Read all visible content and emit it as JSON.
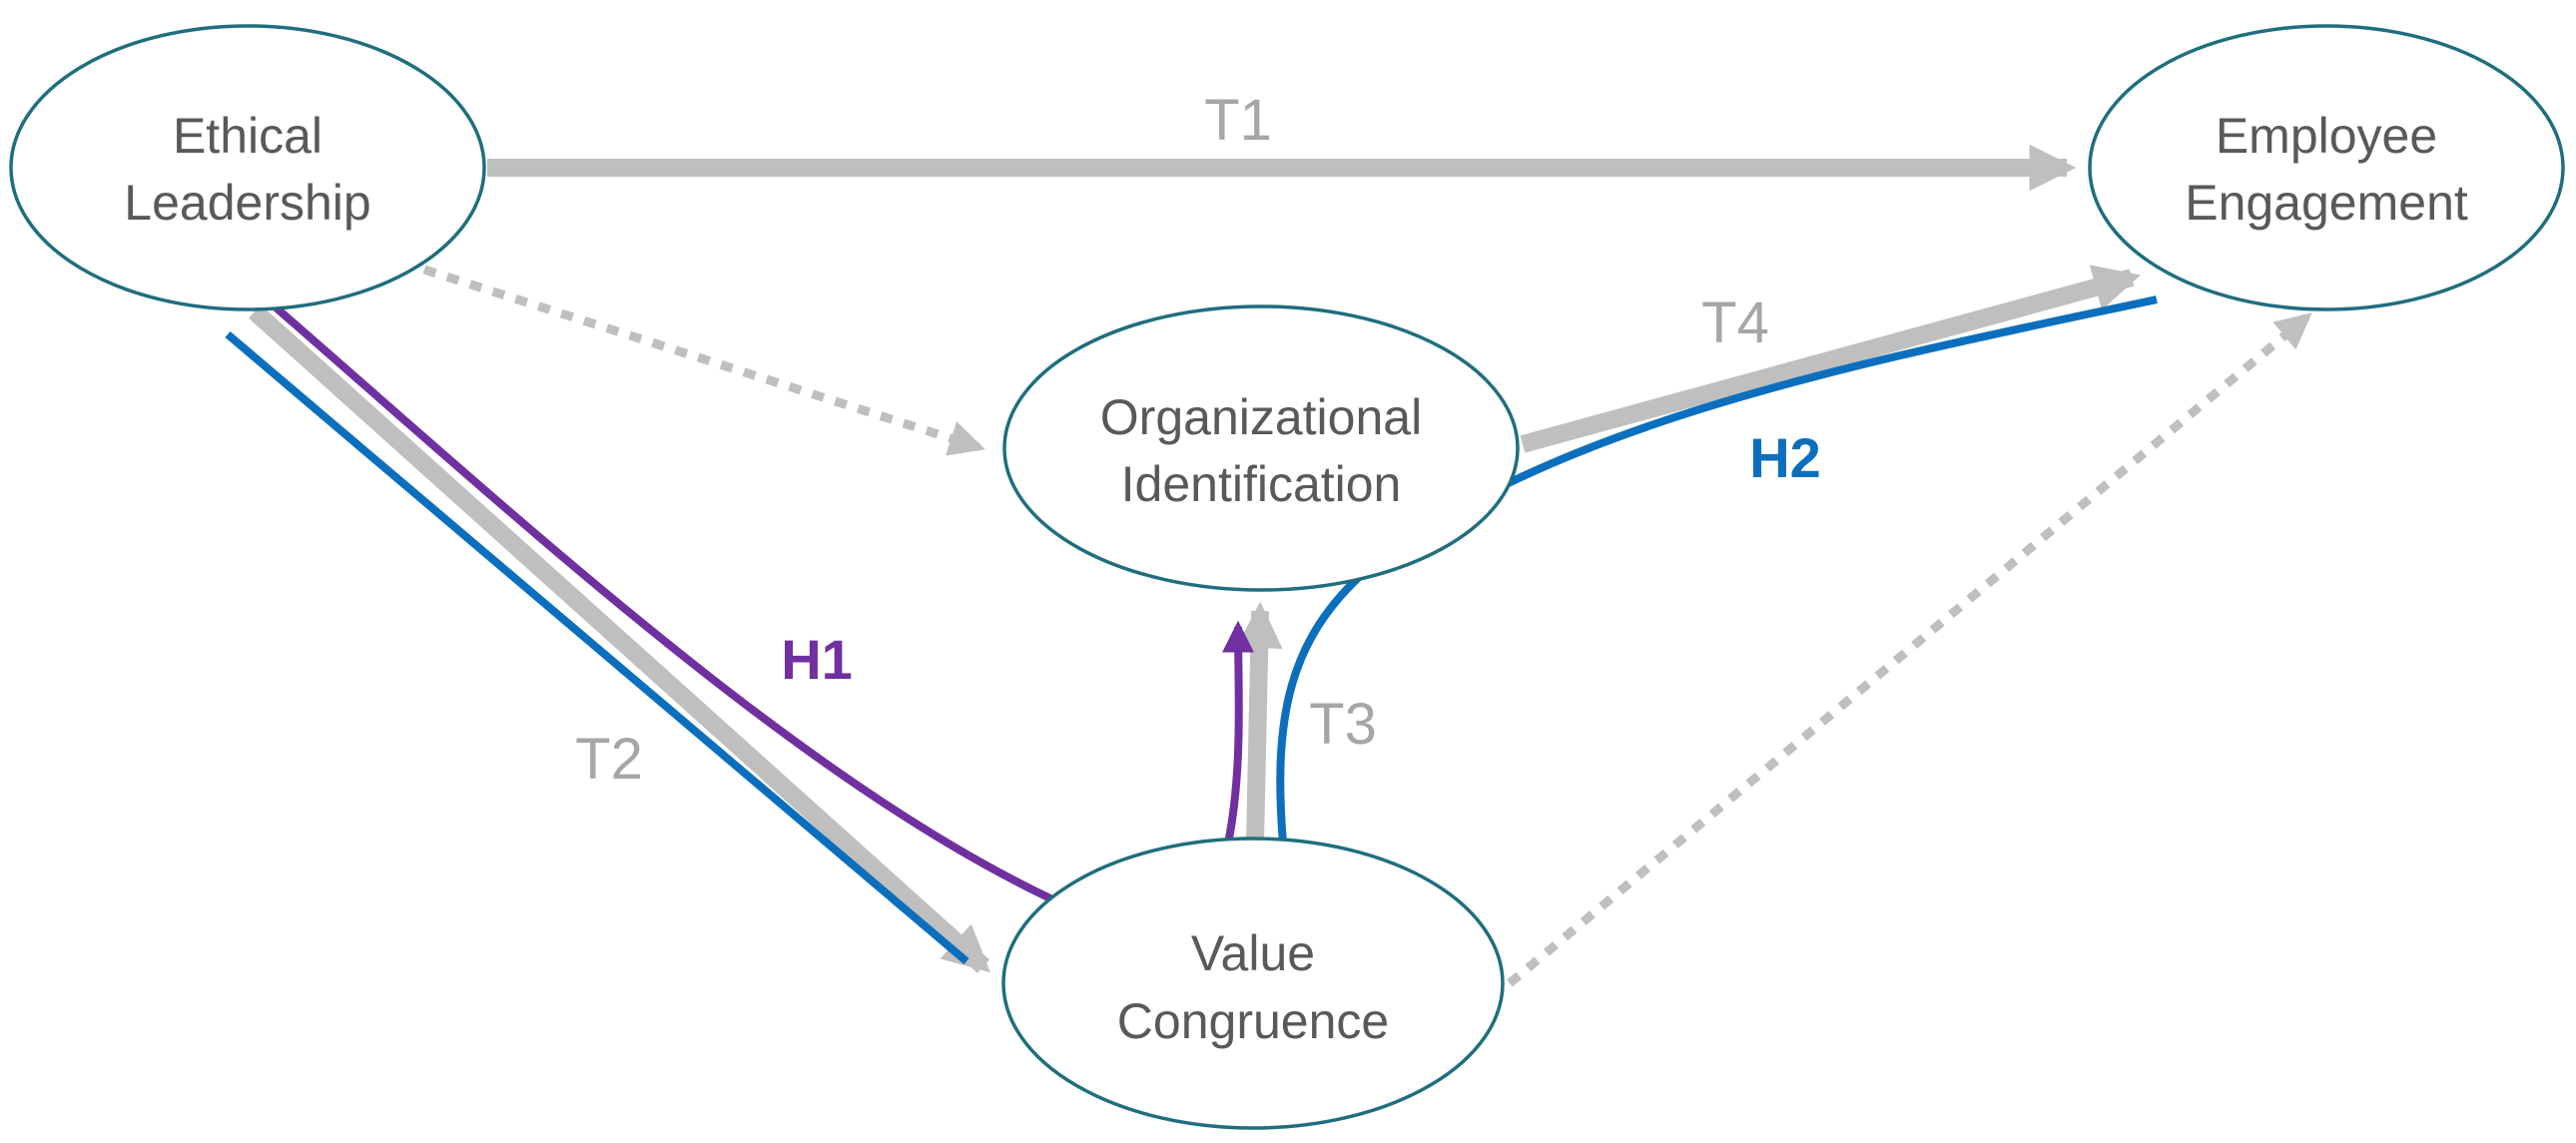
{
  "nodes": {
    "ethical_leadership": {
      "line1": "Ethical",
      "line2": "Leadership"
    },
    "employee_engagement": {
      "line1": "Employee",
      "line2": "Engagement"
    },
    "organizational_identification": {
      "line1": "Organizational",
      "line2": "Identification"
    },
    "value_congruence": {
      "line1": "Value",
      "line2": "Congruence"
    }
  },
  "paths": {
    "t1": "T1",
    "t2": "T2",
    "t3": "T3",
    "t4": "T4"
  },
  "hypotheses": {
    "h1": "H1",
    "h2": "H2"
  },
  "colors": {
    "node_border": "#1f6e7e",
    "gray_path": "#bfbfbf",
    "h1": "#7030a0",
    "h2": "#0b6fbd"
  }
}
